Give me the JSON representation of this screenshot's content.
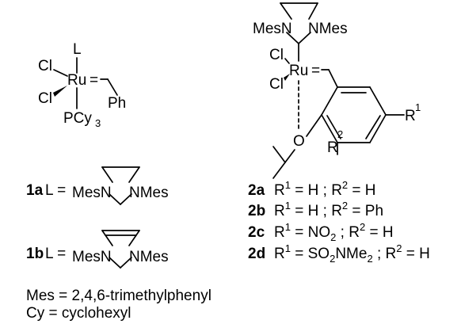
{
  "compound_1": {
    "ligand_L": "L",
    "cl_top": "Cl",
    "cl_bottom": "Cl",
    "ru": "Ru",
    "eq": "=",
    "ph": "Ph",
    "pcy": "PCy",
    "pcy_sub": "3"
  },
  "compound_1a": {
    "label": "1a",
    "l_eq": "L =",
    "mesN": "MesN",
    "nmes": "NMes"
  },
  "compound_1b": {
    "label": "1b",
    "l_eq": "L =",
    "mesN": "MesN",
    "nmes": "NMes"
  },
  "compound_2": {
    "mesN": "MesN",
    "nmes": "NMes",
    "cl_top": "Cl",
    "cl_bottom": "Cl",
    "ru": "Ru",
    "eq": "=",
    "o": "O",
    "r1": "R",
    "r1_sup": "1",
    "r2": "R",
    "r2_sup": "2"
  },
  "variants": [
    {
      "label": "2a",
      "r1_pre": "R",
      "r1_sup": "1",
      "r1_val": " = H ; ",
      "r2_pre": "R",
      "r2_sup": "2",
      "r2_val": " = H"
    },
    {
      "label": "2b",
      "r1_pre": "R",
      "r1_sup": "1",
      "r1_val": " = H ; ",
      "r2_pre": "R",
      "r2_sup": "2",
      "r2_val": " = Ph"
    },
    {
      "label": "2c",
      "r1_pre": "R",
      "r1_sup": "1",
      "r1_val": " = NO",
      "r1_sub": "2",
      "r1_tail": " ; ",
      "r2_pre": "R",
      "r2_sup": "2",
      "r2_val": " = H"
    },
    {
      "label": "2d",
      "r1_pre": "R",
      "r1_sup": "1",
      "r1_val": " = SO",
      "r1_sub": "2",
      "r1_tail": "NMe",
      "r1_sub2": "2",
      "r1_tail2": " ; ",
      "r2_pre": "R",
      "r2_sup": "2",
      "r2_val": " = H"
    }
  ],
  "legend": {
    "mes": "Mes = 2,4,6-trimethylphenyl",
    "cy": "Cy = cyclohexyl"
  }
}
